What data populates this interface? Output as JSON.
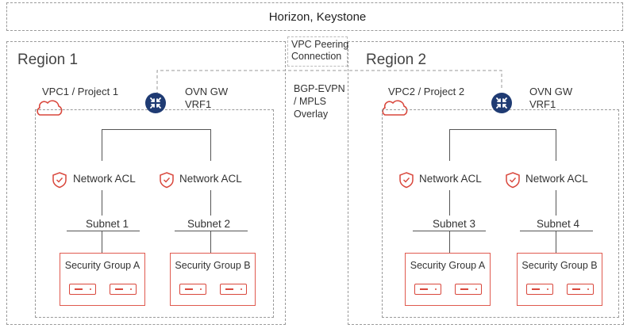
{
  "header": {
    "title": "Horizon, Keystone"
  },
  "center": {
    "peering": "VPC Peering\nConnection",
    "overlay": "BGP-EVPN\n/ MPLS\nOverlay"
  },
  "regions": [
    {
      "title": "Region 1",
      "vpc": "VPC1 / Project 1",
      "gateway": "OVN GW\n VRF1",
      "acls": [
        "Network ACL",
        "Network ACL"
      ],
      "subnets": [
        "Subnet 1",
        "Subnet 2"
      ],
      "security_groups": [
        "Security Group A",
        "Security Group B"
      ]
    },
    {
      "title": "Region 2",
      "vpc": "VPC2 / Project 2",
      "gateway": "OVN GW\n VRF1",
      "acls": [
        "Network ACL",
        "Network ACL"
      ],
      "subnets": [
        "Subnet 3",
        "Subnet 4"
      ],
      "security_groups": [
        "Security Group A",
        "Security Group B"
      ]
    }
  ],
  "colors": {
    "accent": "#e05a4f",
    "gateway": "#1f3b73",
    "border": "#9a9a9a"
  },
  "icons": [
    "cloud-icon",
    "router-gateway-icon",
    "shield-check-icon",
    "server-icon"
  ]
}
